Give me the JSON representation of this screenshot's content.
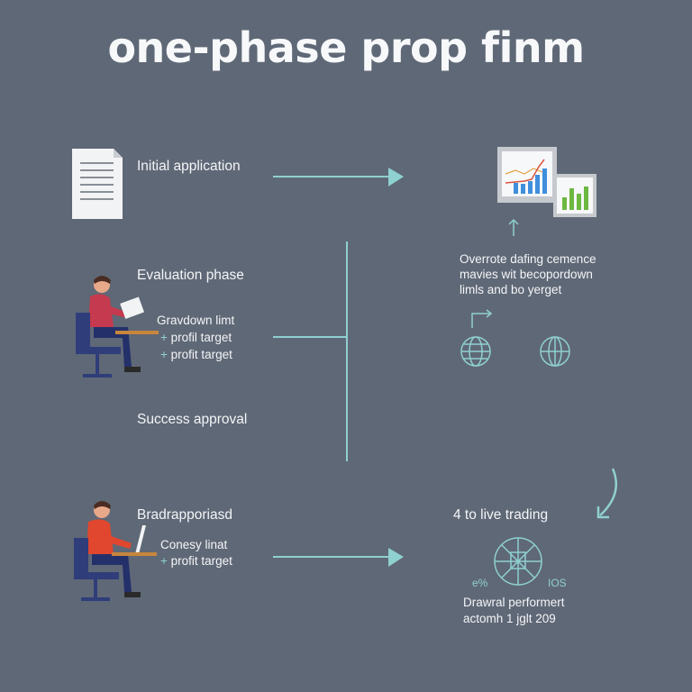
{
  "title": "one-phase prop finm",
  "left": {
    "step1": "Initial application",
    "step2": "Evaluation phase",
    "step2_bullets": [
      "Gravdown limt",
      "profil target",
      "profit target"
    ],
    "step3": "Success approval",
    "step4": "Bradrapporiasd",
    "step4_bullets": [
      "Conesy linat",
      "profit target"
    ]
  },
  "right": {
    "description": [
      "Overrote dafing cemence",
      "mavies wit becopordown",
      "limls and bo yerget"
    ],
    "live_label": "4 to live trading",
    "gauge_left": "e%",
    "gauge_right": "IOS",
    "footer": [
      "Drawral performert",
      "actomh 1 jglt 209"
    ]
  },
  "colors": {
    "background": "#5f6876",
    "accent": "#8fd0d0"
  }
}
